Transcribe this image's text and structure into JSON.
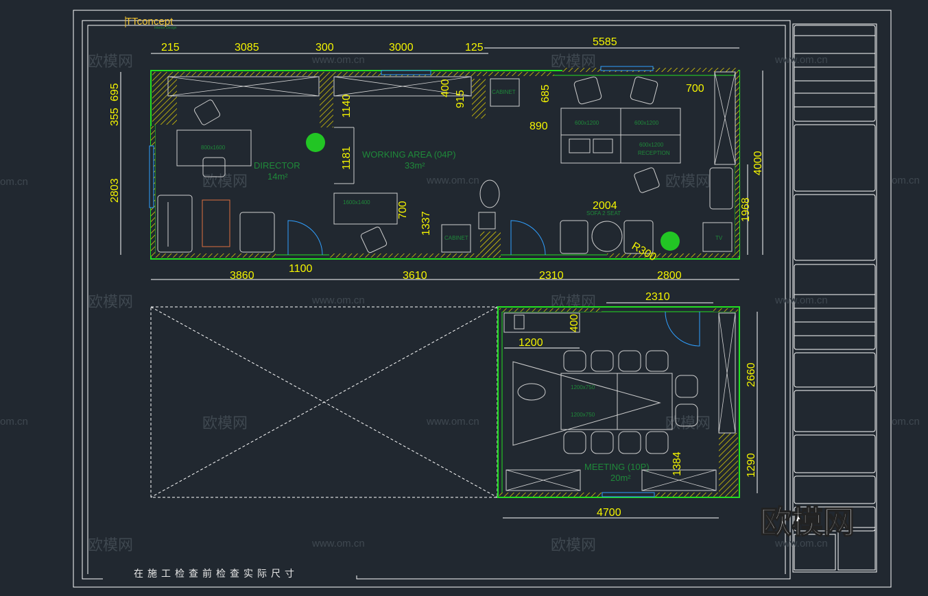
{
  "logo": {
    "text": "TTconcept",
    "sub": "Interior Design"
  },
  "note": "在施工检查前检查实际尺寸",
  "big_watermark": "欧模网",
  "watermark_cn": "欧模网",
  "watermark_url": "www.om.cn",
  "watermark_url_edge": "om.cn",
  "rooms": {
    "director": {
      "name": "DIRECTOR",
      "area": "14m²"
    },
    "working": {
      "name": "WORKING AREA (04P)",
      "area": "33m²"
    },
    "meeting": {
      "name": "MEETING (10P)",
      "area": "20m²"
    }
  },
  "furniture": {
    "director_desk": "800x1600",
    "desk_a": "1600x1400",
    "cabinet": "CABINET",
    "cabinet2": "CABINET",
    "desk_b1": "600x1200",
    "desk_b2": "600x1200",
    "desk_b3": "600x1200",
    "reception": "RECEPTION",
    "sofa": "SOFA 2 SEAT",
    "meeting_table1": "1200x750",
    "meeting_table2": "1200x750",
    "tv": "TV"
  },
  "dims": {
    "top": [
      "215",
      "3085",
      "300",
      "3000",
      "125",
      "5585"
    ],
    "left": [
      "355",
      "695",
      "2803"
    ],
    "inner": [
      "1140",
      "1181",
      "400",
      "915",
      "685",
      "700",
      "890",
      "700",
      "1337",
      "2004",
      "R300"
    ],
    "right": [
      "4000",
      "1968"
    ],
    "bottom": [
      "3860",
      "1100",
      "3610",
      "2310",
      "2800"
    ],
    "meeting_top": [
      "2310",
      "400",
      "1200"
    ],
    "meeting_right": [
      "2660",
      "1290"
    ],
    "meeting_inner": [
      "1384"
    ],
    "meeting_bottom": [
      "4700"
    ]
  }
}
